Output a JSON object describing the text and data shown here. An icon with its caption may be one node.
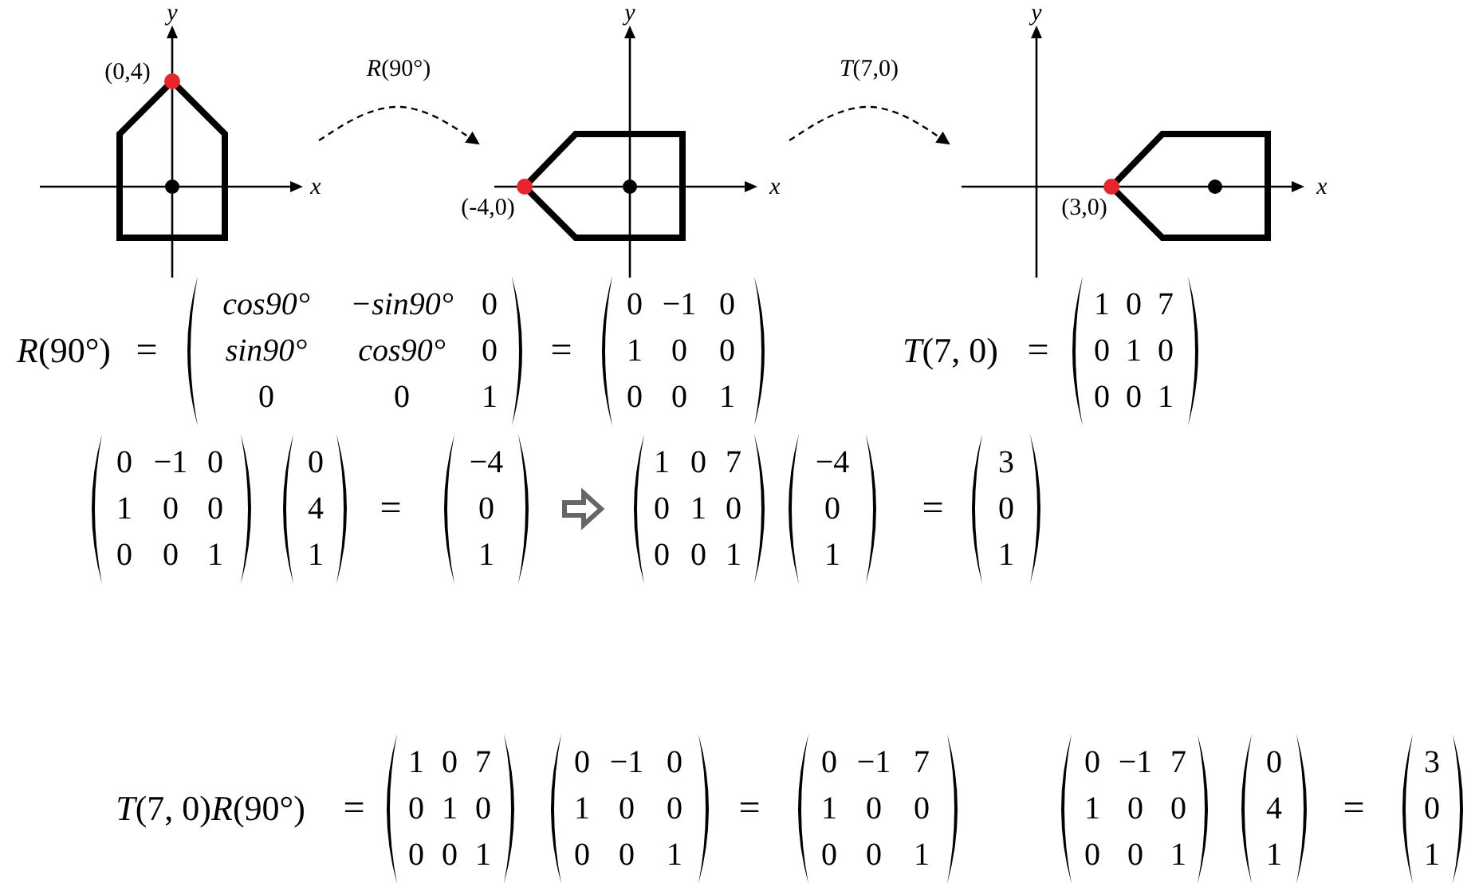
{
  "diagram": {
    "nodes": [
      {
        "text": [],
        "shape": "picture"
      },
      {
        "text": [],
        "shape": "picture"
      },
      {
        "text": [],
        "shape": "picture"
      }
    ],
    "edges": [
      {
        "from": 0,
        "to": 1,
        "arrow": "to",
        "label": "*R*(90°)",
        "style": "dashed"
      },
      {
        "from": 1,
        "to": 2,
        "arrow": "to",
        "label": "*T*(7,0)",
        "style": "dashed"
      }
    ],
    "labels": [
      "y",
      "(0,4)",
      "x",
      "y",
      "x",
      "(-4,0)",
      "y",
      "x",
      "(3,0)",
      "*R*(90°)",
      "=",
      "cos90°",
      "−sin90°",
      "0",
      "sin90°",
      "cos90°",
      "0",
      "0",
      "0",
      "1",
      "=",
      "0",
      "−1",
      "0",
      "1",
      "0",
      "0",
      "0",
      "0",
      "1",
      "*T*(7, 0)",
      "=",
      "1",
      "0",
      "7",
      "0",
      "1",
      "0",
      "0",
      "0",
      "1",
      "0",
      "−1",
      "0",
      "1",
      "0",
      "0",
      "0",
      "0",
      "1",
      "0",
      "4",
      "1",
      "=",
      "−4",
      "0",
      "1",
      "1",
      "0",
      "7",
      "0",
      "1",
      "0",
      "0",
      "0",
      "1",
      "−4",
      "0",
      "1",
      "=",
      "3",
      "0",
      "1",
      "*T*(7, 0)*R*(90°)",
      "=",
      "1",
      "0",
      "7",
      "0",
      "1",
      "0",
      "0",
      "0",
      "1",
      "0",
      "−1",
      "0",
      "1",
      "0",
      "0",
      "0",
      "0",
      "1",
      "=",
      "0",
      "−1",
      "7",
      "1",
      "0",
      "0",
      "0",
      "0",
      "1",
      "0",
      "−1",
      "7",
      "1",
      "0",
      "0",
      "0",
      "0",
      "1",
      "0",
      "4",
      "1",
      "=",
      "3",
      "0",
      "1"
    ]
  }
}
